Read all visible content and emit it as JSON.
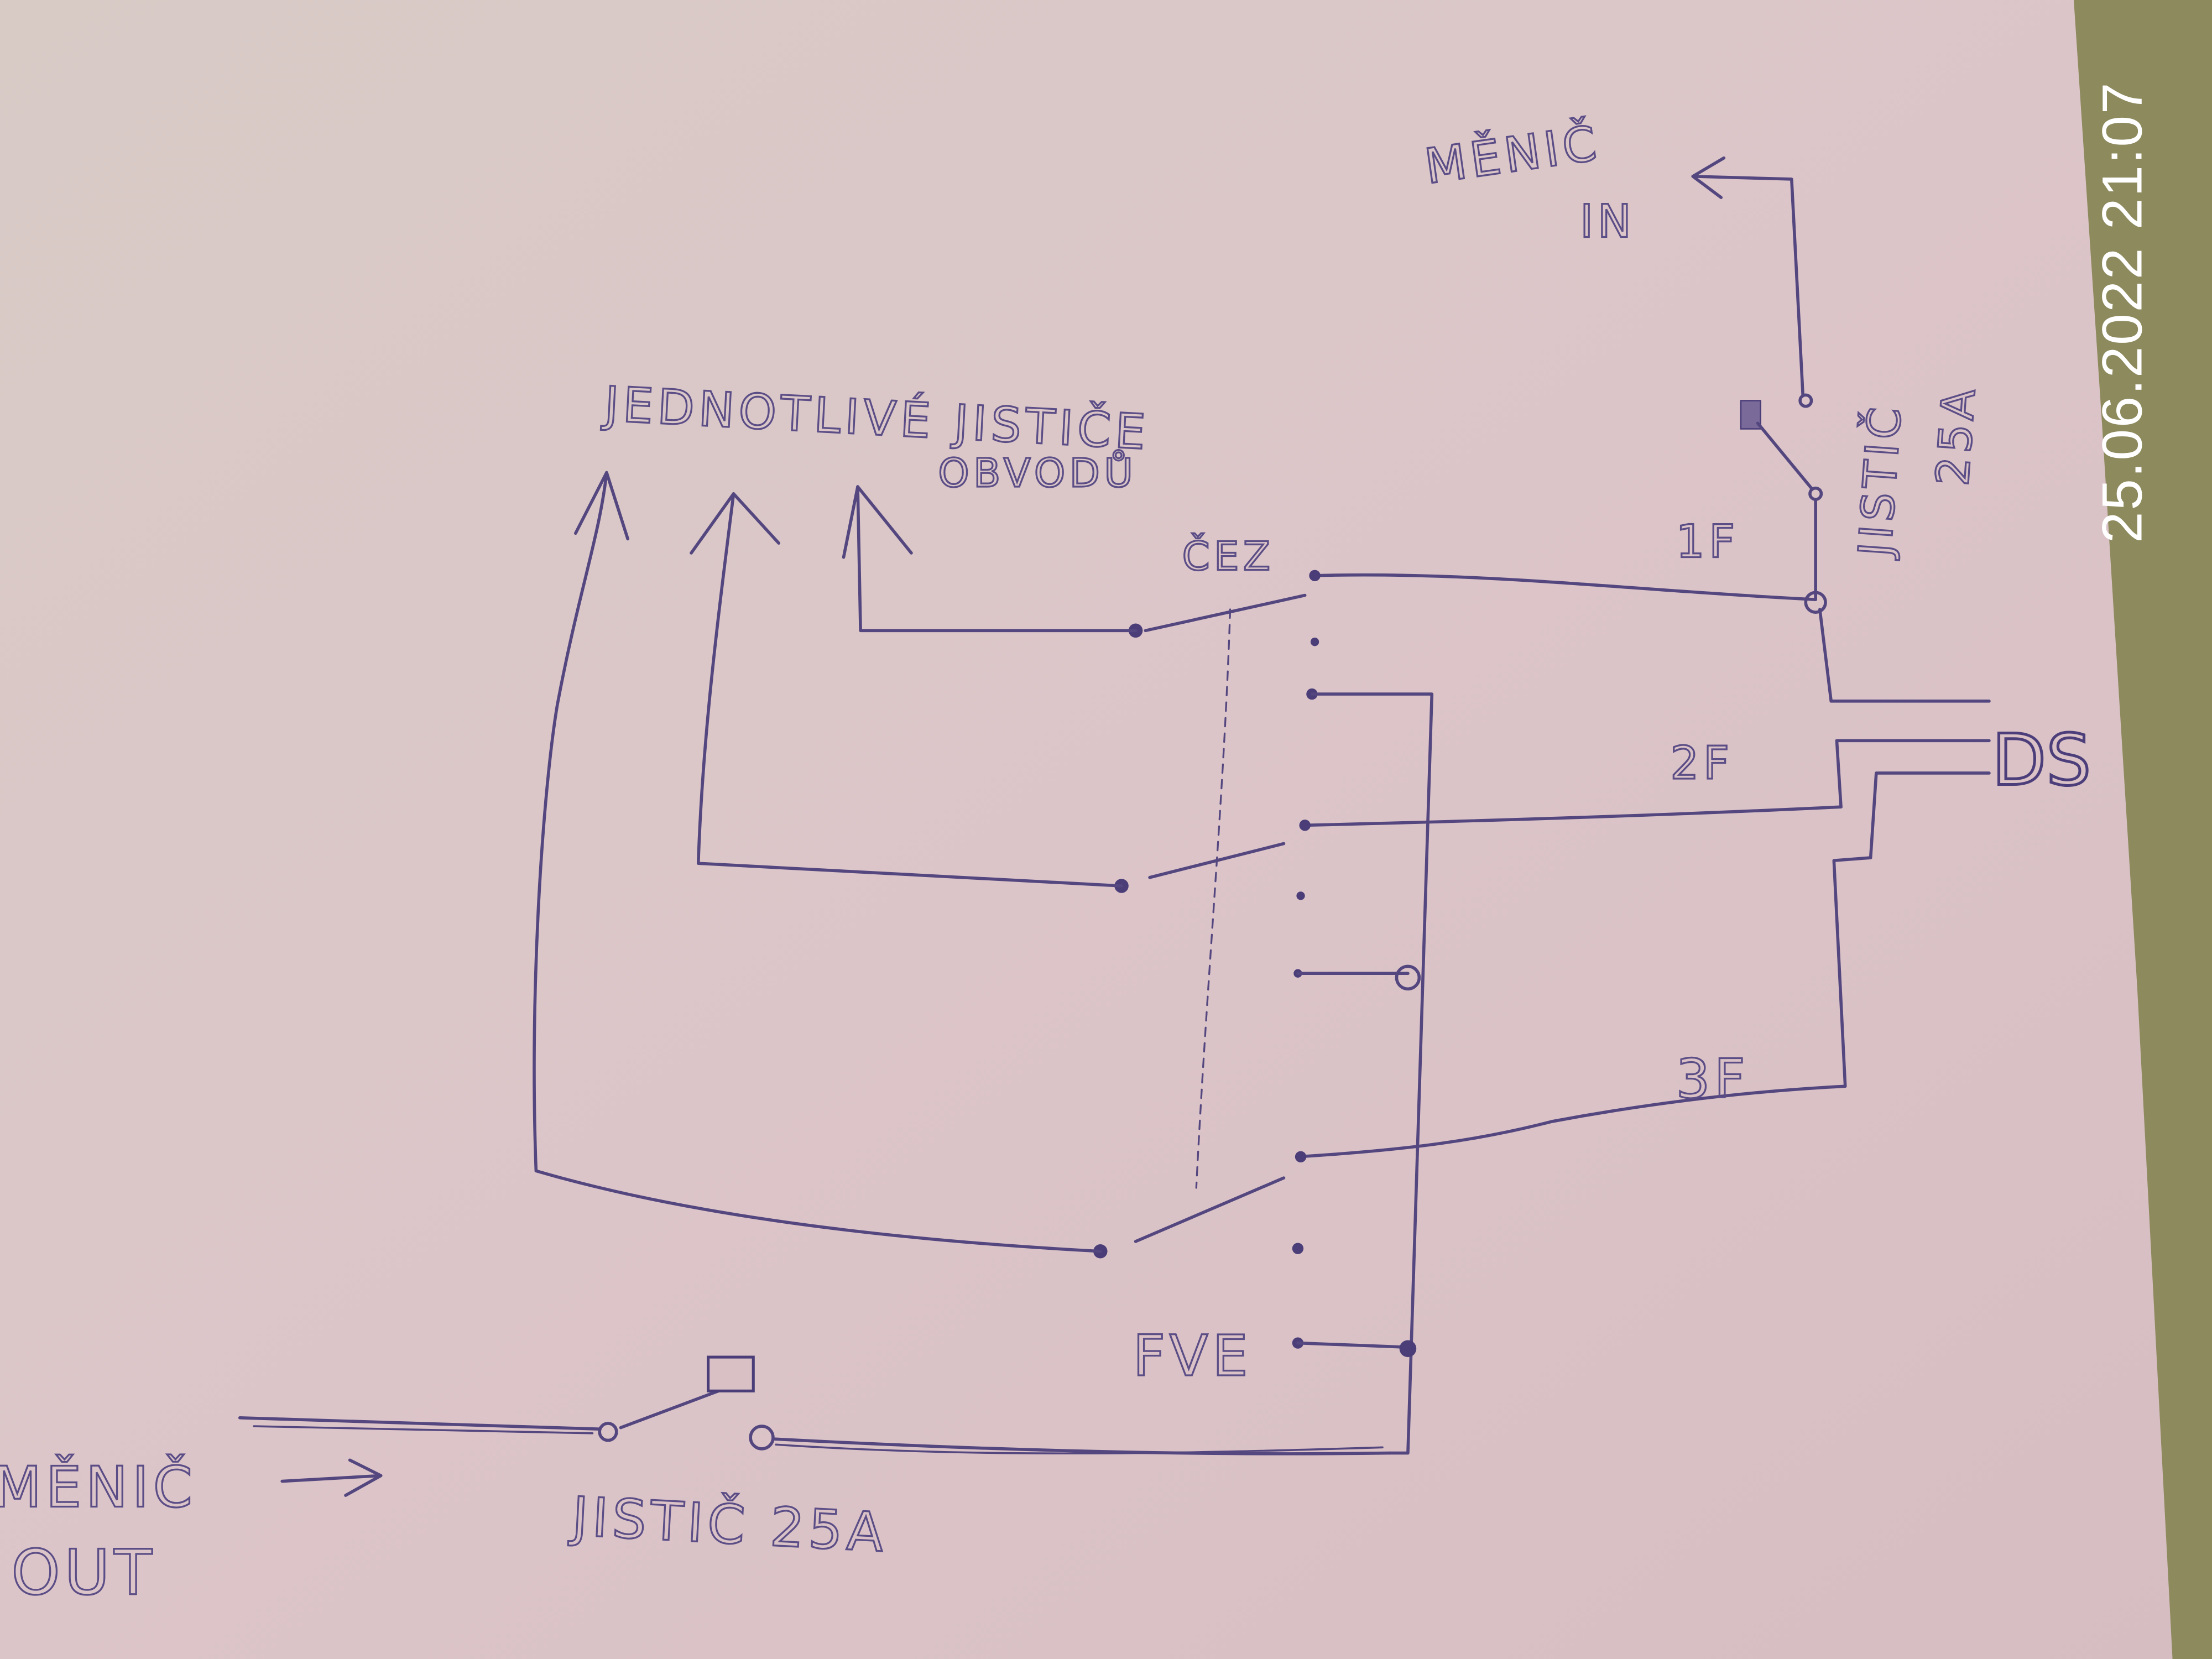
{
  "colors": {
    "paper": "#dcc6c9",
    "ink": "#54477f",
    "background": "#8d8a5e"
  },
  "labels": {
    "inverter_in_1": "MĚNIČ",
    "inverter_in_2": "IN",
    "circuits_title_1": "JEDNOTLIVÉ JISTIČE",
    "circuits_title_2": "OBVODŮ",
    "grid": "ČEZ",
    "phase_1": "1F",
    "phase_2": "2F",
    "phase_3": "3F",
    "ds": "DS",
    "fve": "FVE",
    "breaker_bottom": "JISTIČ 25A",
    "inverter_out_1": "MĚNIČ",
    "inverter_out_2": "OUT",
    "breaker_top_1": "JISTIČ",
    "breaker_top_2": "25A"
  },
  "timestamp": "25.06.2022  21:07"
}
